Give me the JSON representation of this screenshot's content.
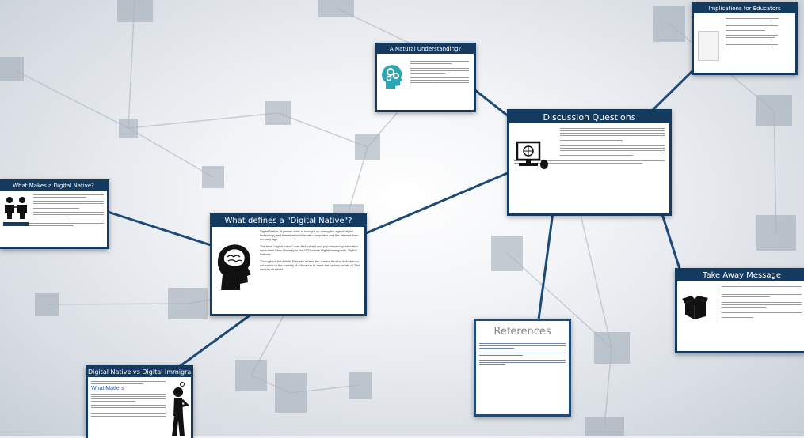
{
  "cards": {
    "educators": {
      "title": "Implications for Educators"
    },
    "natural": {
      "title": "A Natural Understanding?"
    },
    "discussion": {
      "title": "Discussion Questions"
    },
    "makes": {
      "title": "What Makes a Digital Native?"
    },
    "defines": {
      "title": "What defines a \"Digital Native\"?",
      "p1": "Digital Native: A person born or brought up during the age of digital technology and therefore familiar with computers and the Internet from an early age.",
      "p2": "The term \"digital native\" was first coined and popularized by education consultant Marc Prensky in his 2001 article Digital Immigrants, Digital Natives.",
      "p3": "Throughout the article, Prensky relates the current decline in American education to the inability of educators to meet the various needs of 21st century students."
    },
    "references": {
      "title": "References"
    },
    "takeaway": {
      "title": "Take Away Message"
    },
    "immigrant": {
      "title": "Digital Native vs Digital Immigrant",
      "subtitle": "What Matters"
    }
  },
  "icons": [
    "head-gears-icon",
    "computer-mouse-icon",
    "head-brain-icon",
    "two-people-icon",
    "thinking-person-icon",
    "box-icon",
    "document-icon"
  ],
  "colors": {
    "card_border": "#153a60",
    "title_bg": "#153a60",
    "connector": "#1d4a78",
    "node": "#9aa6b2"
  }
}
